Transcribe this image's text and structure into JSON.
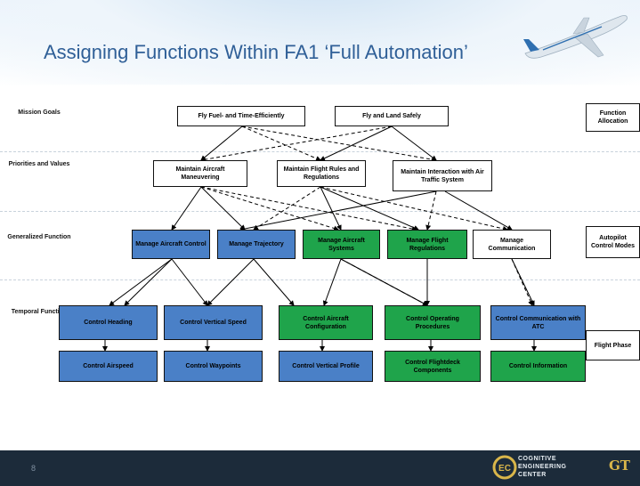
{
  "title": "Assigning Functions Within FA1 ‘Full Automation’",
  "rows": {
    "mission": "Mission Goals",
    "priorities": "Priorities and Values",
    "generalized": "Generalized Function",
    "temporal": "Temporal Function"
  },
  "side": {
    "function_allocation": "Function Allocation",
    "autopilot": "Autopilot Control Modes",
    "flight_phase": "Flight Phase"
  },
  "mission_goals": [
    "Fly Fuel- and Time-Efficiently",
    "Fly and Land Safely"
  ],
  "priorities": [
    "Maintain Aircraft Maneuvering",
    "Maintain Flight Rules and Regulations",
    "Maintain Interaction with Air Traffic System"
  ],
  "generalized": [
    "Manage Aircraft Control",
    "Manage Trajectory",
    "Manage Aircraft Systems",
    "Manage Flight Regulations",
    "Manage Communication"
  ],
  "temporal_top": [
    "Control Heading",
    "Control Vertical Speed",
    "Control Aircraft Configuration",
    "Control Operating Procedures",
    "Control Communication with ATC"
  ],
  "temporal_bottom": [
    "Control Airspeed",
    "Control Waypoints",
    "Control Vertical Profile",
    "Control Flightdeck Components",
    "Control Information"
  ],
  "colors": {
    "blue": "#4a80c7",
    "green": "#1fa44b",
    "white": "#ffffff",
    "footer": "#1c2b3a",
    "title": "#2f5f97"
  },
  "footer": {
    "page": "8",
    "logo_lines": [
      "COGNITIVE",
      "ENGINEERING",
      "CENTER"
    ],
    "logo_mark": "EC",
    "gt_mark": "GT"
  }
}
